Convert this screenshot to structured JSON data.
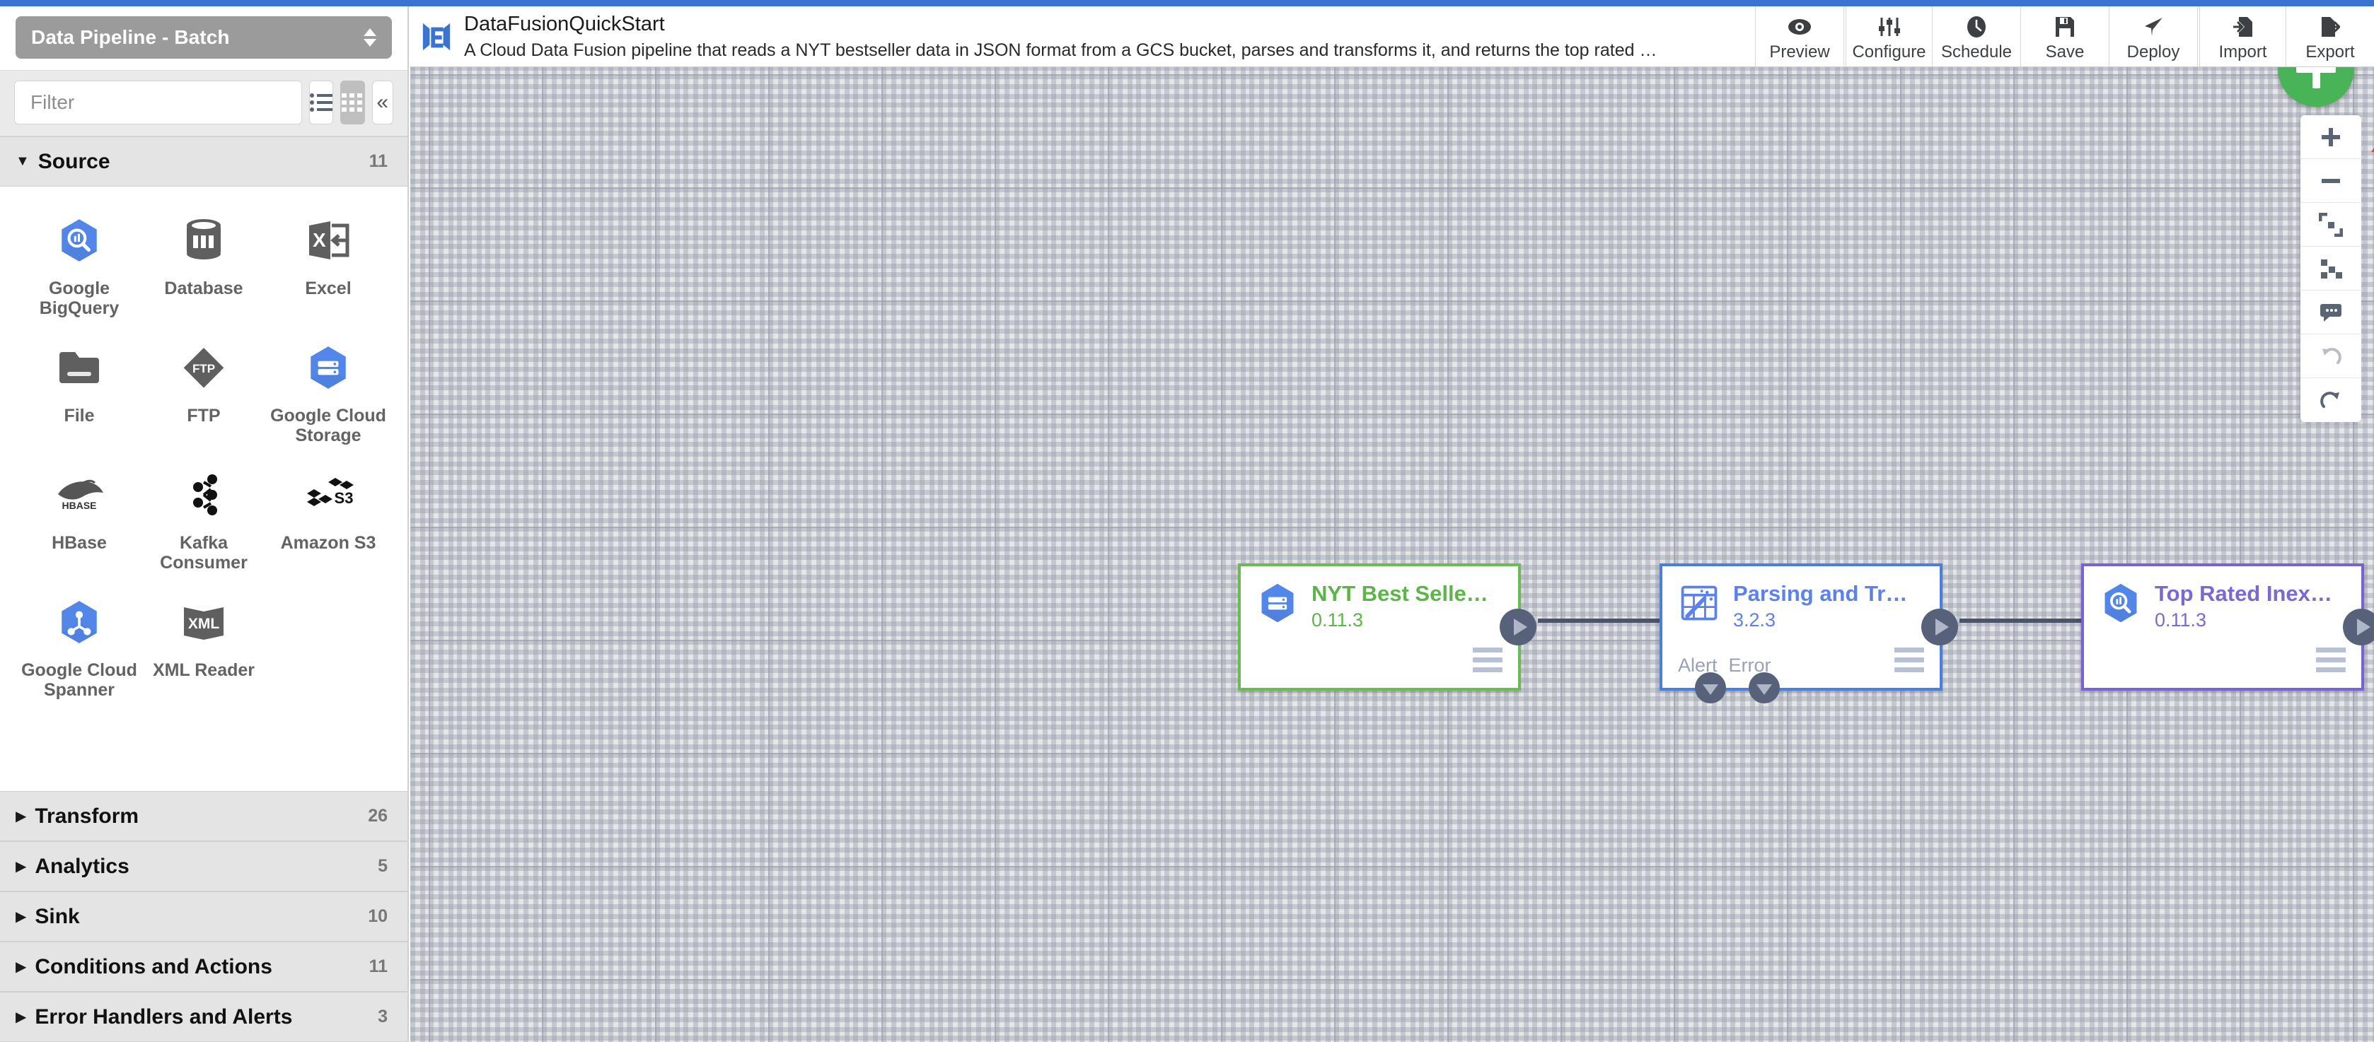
{
  "theme": {
    "top_strip": "#3a74d0",
    "canvas_bg": "#e4e6e8",
    "source_node_border": "#6aba55",
    "transform_node_border": "#4a7fe0",
    "sink_node_border": "#7b61d8",
    "fab_green": "#49b358",
    "annotation_red": "#e8442a"
  },
  "sidebar": {
    "pipeline_type_select": {
      "value": "Data Pipeline - Batch",
      "icon": "sort-updown-icon"
    },
    "filter": {
      "placeholder": "Filter",
      "value": ""
    },
    "view_buttons": [
      {
        "name": "list-view",
        "icon": "list-view-icon",
        "active": false
      },
      {
        "name": "grid-view",
        "icon": "grid-view-icon",
        "active": true
      }
    ],
    "collapse_button": {
      "label": "«",
      "icon": "chevron-double-left-icon"
    },
    "sections": [
      {
        "name": "Source",
        "count": "11",
        "expanded": true
      },
      {
        "name": "Transform",
        "count": "26",
        "expanded": false
      },
      {
        "name": "Analytics",
        "count": "5",
        "expanded": false
      },
      {
        "name": "Sink",
        "count": "10",
        "expanded": false
      },
      {
        "name": "Conditions and Actions",
        "count": "11",
        "expanded": false
      },
      {
        "name": "Error Handlers and Alerts",
        "count": "3",
        "expanded": false
      }
    ],
    "source_plugins": [
      {
        "label": "Google BigQuery",
        "icon": "google-bigquery-icon"
      },
      {
        "label": "Database",
        "icon": "database-icon"
      },
      {
        "label": "Excel",
        "icon": "excel-icon"
      },
      {
        "label": "File",
        "icon": "file-folder-icon"
      },
      {
        "label": "FTP",
        "icon": "ftp-icon"
      },
      {
        "label": "Google Cloud Storage",
        "icon": "google-cloud-storage-icon"
      },
      {
        "label": "HBase",
        "icon": "hbase-icon"
      },
      {
        "label": "Kafka Consumer",
        "icon": "kafka-icon"
      },
      {
        "label": "Amazon S3",
        "icon": "amazon-s3-icon"
      },
      {
        "label": "Google Cloud Spanner",
        "icon": "google-cloud-spanner-icon"
      },
      {
        "label": "XML Reader",
        "icon": "xml-reader-icon"
      }
    ]
  },
  "header": {
    "logo_icon": "cdap-logo-icon",
    "title": "DataFusionQuickStart",
    "description": "A Cloud Data Fusion pipeline that reads a NYT bestseller data in JSON format from a GCS bucket, parses and transforms it, and returns the top rated book…",
    "actions": [
      {
        "label": "Preview",
        "icon": "eye-icon"
      },
      {
        "label": "Configure",
        "icon": "sliders-icon"
      },
      {
        "label": "Schedule",
        "icon": "clock-icon"
      },
      {
        "label": "Save",
        "icon": "save-disk-icon"
      },
      {
        "label": "Deploy",
        "icon": "paper-plane-icon"
      },
      {
        "label": "Import",
        "icon": "import-arrow-icon"
      },
      {
        "label": "Export",
        "icon": "export-arrow-icon"
      }
    ]
  },
  "canvas": {
    "annotation": {
      "type": "red-arrow-up",
      "points_at": "Deploy"
    },
    "add_node_fab": {
      "label": "+",
      "icon": "plus-icon"
    },
    "controls": [
      {
        "name": "zoom-in",
        "icon": "plus-icon",
        "dim": false
      },
      {
        "name": "zoom-out",
        "icon": "minus-icon",
        "dim": false
      },
      {
        "name": "fit-to-screen",
        "icon": "fit-screen-icon",
        "dim": false
      },
      {
        "name": "align-nodes",
        "icon": "align-nodes-icon",
        "dim": false
      },
      {
        "name": "comments",
        "icon": "comment-icon",
        "dim": false
      },
      {
        "name": "undo",
        "icon": "undo-icon",
        "dim": true
      },
      {
        "name": "redo",
        "icon": "redo-icon",
        "dim": false
      }
    ],
    "nodes": [
      {
        "id": "source",
        "name": "NYT Best Selle…",
        "version": "0.11.3",
        "icon": "google-cloud-storage-icon",
        "border_color": "#6aba55",
        "text_color": "#5cb548",
        "ports": []
      },
      {
        "id": "transform",
        "name": "Parsing and Tr…",
        "version": "3.2.3",
        "icon": "wrangler-icon",
        "border_color": "#4a7fe0",
        "text_color": "#5b82ec",
        "ports": [
          "Alert",
          "Error"
        ]
      },
      {
        "id": "sink",
        "name": "Top Rated Inex…",
        "version": "0.11.3",
        "icon": "google-bigquery-icon",
        "border_color": "#7b61d8",
        "text_color": "#7d68d2",
        "ports": []
      }
    ],
    "connections": [
      {
        "from": "source",
        "to": "transform"
      },
      {
        "from": "transform",
        "to": "sink"
      }
    ]
  }
}
